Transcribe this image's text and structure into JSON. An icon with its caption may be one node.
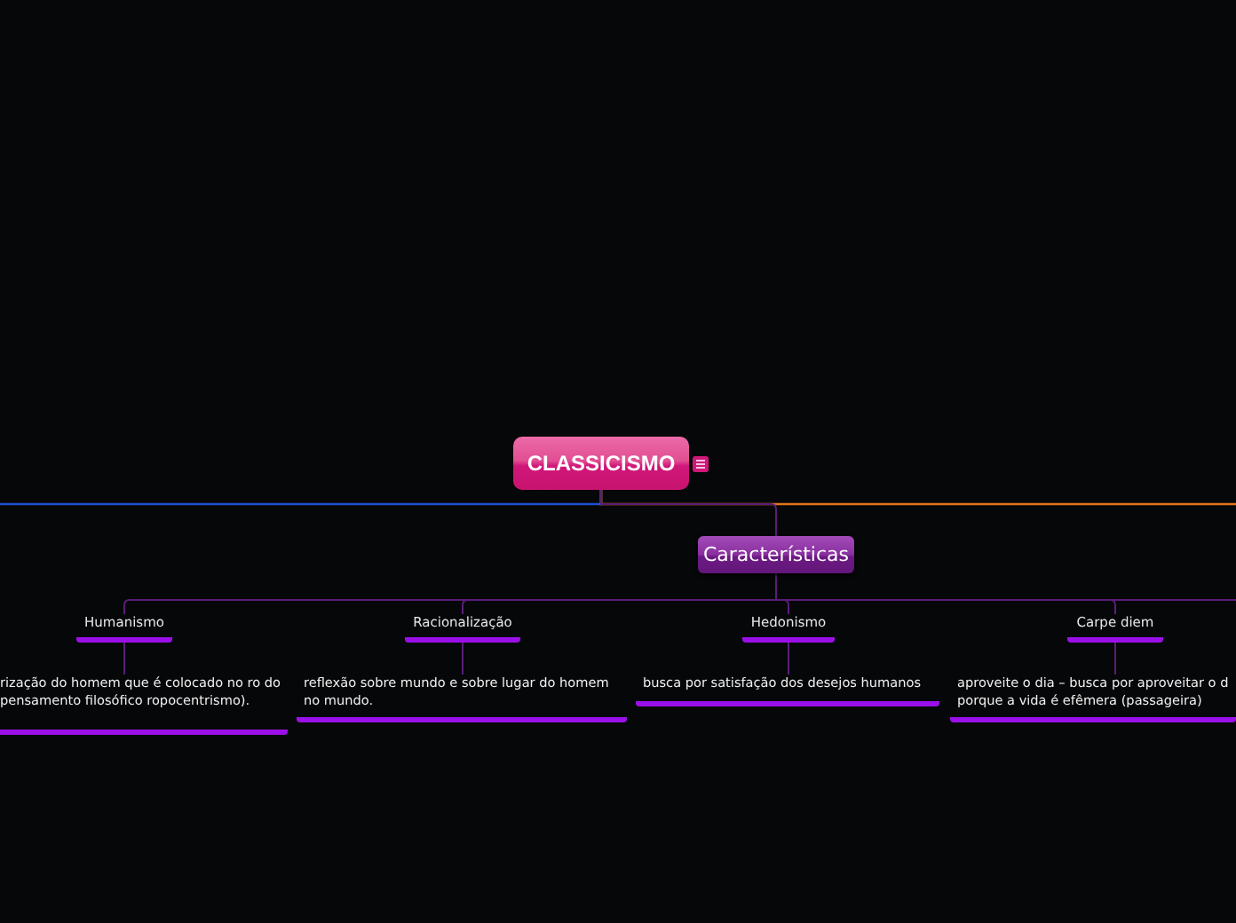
{
  "diagram": {
    "nodes": [
      {
        "text": [
          "CLASSICISMO"
        ]
      },
      {
        "text": [
          "Características"
        ]
      },
      {
        "text": [
          "Humanismo"
        ]
      },
      {
        "text": [
          "rização do homem que é colocado no ro do pensamento filosófico ropocentrismo)."
        ]
      },
      {
        "text": [
          "Racionalização"
        ]
      },
      {
        "text": [
          "reflexão sobre mundo e sobre lugar do homem no mundo."
        ]
      },
      {
        "text": [
          "Hedonismo"
        ]
      },
      {
        "text": [
          "busca por satisfação dos desejos humanos"
        ]
      },
      {
        "text": [
          "Carpe diem"
        ]
      },
      {
        "text": [
          "aproveite o dia – busca por aproveitar o d porque a vida é efêmera (passageira)"
        ]
      }
    ],
    "edges": [
      {
        "from": 0,
        "to": null,
        "arrow": "none",
        "color": "#1f4fd0"
      },
      {
        "from": 0,
        "to": null,
        "arrow": "none",
        "color": "#e0731c"
      },
      {
        "from": 0,
        "to": 1,
        "arrow": "none"
      },
      {
        "from": 1,
        "to": 2,
        "arrow": "none"
      },
      {
        "from": 1,
        "to": 4,
        "arrow": "none"
      },
      {
        "from": 1,
        "to": 6,
        "arrow": "none"
      },
      {
        "from": 1,
        "to": 8,
        "arrow": "none"
      },
      {
        "from": 1,
        "to": null,
        "arrow": "none"
      },
      {
        "from": 2,
        "to": 3,
        "arrow": "none"
      },
      {
        "from": 4,
        "to": 5,
        "arrow": "none"
      },
      {
        "from": 6,
        "to": 7,
        "arrow": "none"
      },
      {
        "from": 8,
        "to": 9,
        "arrow": "none"
      }
    ]
  }
}
